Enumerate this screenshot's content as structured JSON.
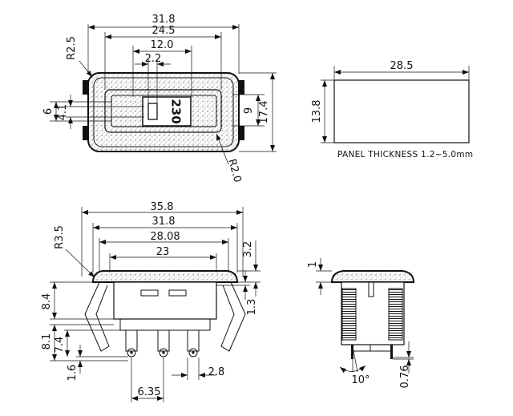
{
  "top_view": {
    "dim_overall_width": "31.8",
    "dim_inner_width": "24.5",
    "dim_window_width": "12.0",
    "dim_switch_width": "2.2",
    "dim_corner_radius_outer": "R2.5",
    "dim_corner_radius_inner": "R2.0",
    "dim_left_height_outer": "6",
    "dim_left_height_inner": "4.1",
    "dim_right_height_inner": "9",
    "dim_right_height_outer": "17.4",
    "switch_label": "230"
  },
  "panel_cutout": {
    "dim_width": "28.5",
    "dim_height": "13.8",
    "note": "PANEL THICKNESS 1.2~5.0mm"
  },
  "front_view": {
    "dim_flange_width": "35.8",
    "dim_body_width": "31.8",
    "dim_inner_width": "28.08",
    "dim_slot_width": "23",
    "dim_corner_radius": "R3.5",
    "dim_flange_height": "3.2",
    "dim_step": "1.3",
    "dim_body_depth": "8.4",
    "dim_total_terminal": "8.1",
    "dim_terminal_length": "7.4",
    "dim_terminal_tip": "1.6",
    "dim_pin_pitch": "6.35",
    "dim_pin_width": "2.8"
  },
  "side_view": {
    "dim_flange_thickness": "1",
    "dim_snap_angle": "10°",
    "dim_pin_thickness": "0.76"
  }
}
